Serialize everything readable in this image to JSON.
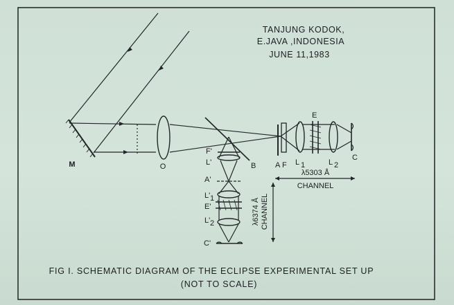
{
  "header": {
    "line1": "TANJUNG KODOK,",
    "line2": "E.JAVA ,INDONESIA",
    "line3": "JUNE 11,1983"
  },
  "labels": {
    "mirror": "M",
    "objective": "O",
    "beamsplitter": "B",
    "aperture": "A",
    "filter": "F",
    "lens1": "L",
    "lens1_sub": "1",
    "etalon": "E",
    "lens2": "L",
    "lens2_sub": "2",
    "camera": "C",
    "f_prime": "F'",
    "l_prime": "L'",
    "a_prime": "A'",
    "l1_prime": "L'",
    "l1_prime_sub": "1",
    "e_prime": "E'",
    "l2_prime": "L'",
    "l2_prime_sub": "2",
    "c_prime": "C'"
  },
  "channels": {
    "green_wavelength": "λ5303 Å",
    "green_label": "CHANNEL",
    "red_wavelength": "λ6374 Å",
    "red_label": "CHANNEL"
  },
  "caption": {
    "line1": "FIG I. SCHEMATIC DIAGRAM OF THE ECLIPSE EXPERIMENTAL SET UP",
    "line2": "(NOT TO SCALE)"
  }
}
